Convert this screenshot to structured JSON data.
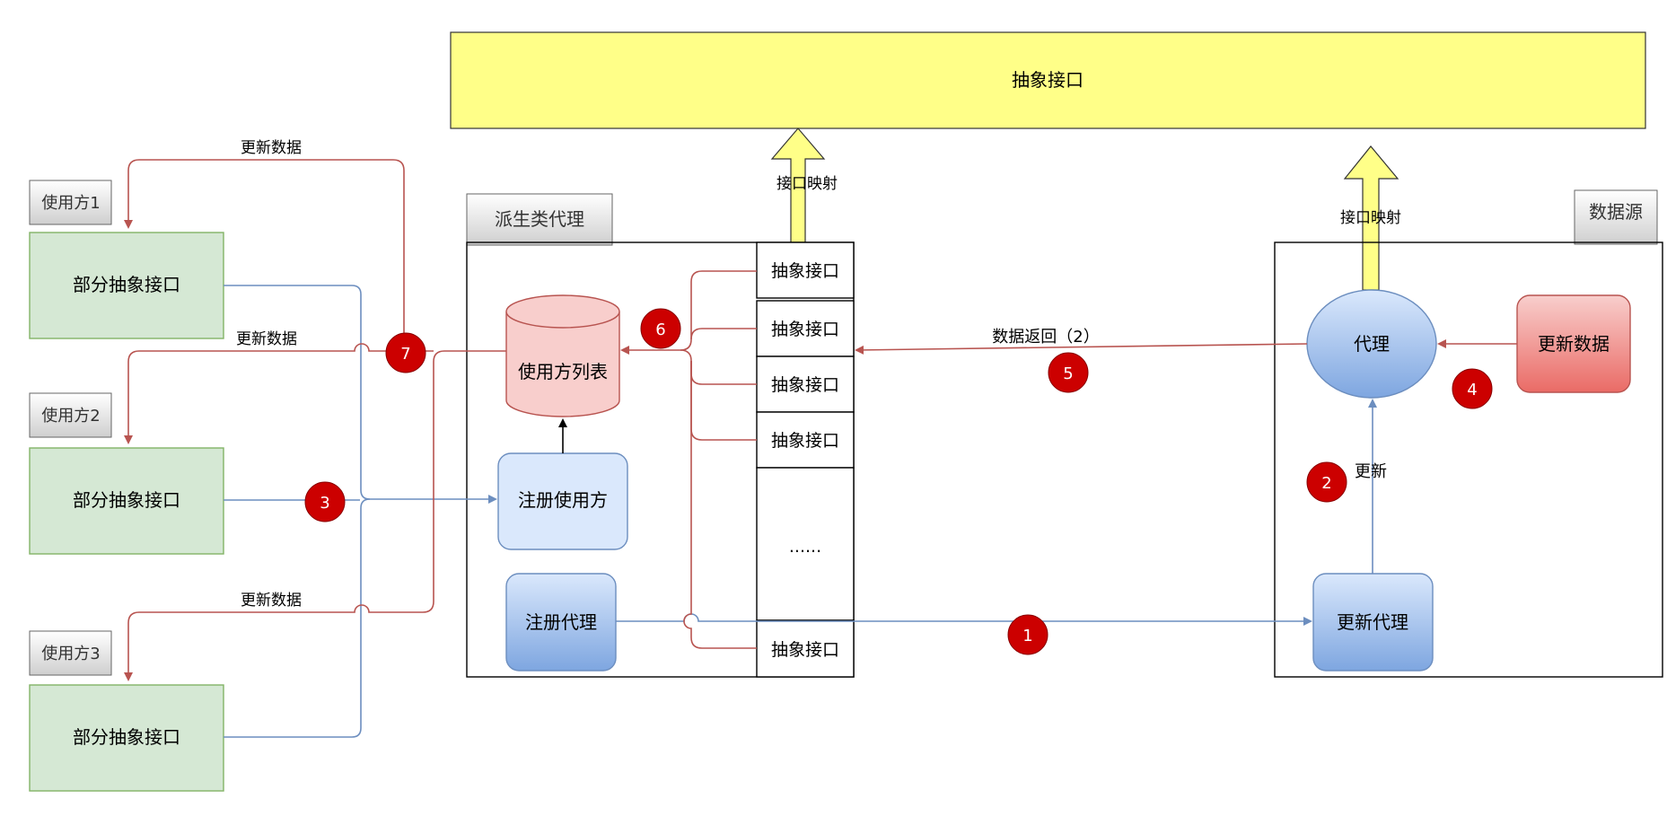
{
  "title_bar": {
    "label": "抽象接口"
  },
  "arrow_labels": {
    "left_mapping": "接口映射",
    "right_mapping": "接口映射"
  },
  "consumers": [
    {
      "tab": "使用方1",
      "box": "部分抽象接口",
      "update_label": "更新数据"
    },
    {
      "tab": "使用方2",
      "box": "部分抽象接口",
      "update_label": "更新数据"
    },
    {
      "tab": "使用方3",
      "box": "部分抽象接口",
      "update_label": "更新数据"
    }
  ],
  "derived_proxy": {
    "tab": "派生类代理",
    "consumer_list": "使用方列表",
    "register_consumer": "注册使用方",
    "register_proxy": "注册代理",
    "interfaces": [
      "抽象接口",
      "抽象接口",
      "抽象接口",
      "抽象接口",
      "......",
      "抽象接口"
    ]
  },
  "data_source": {
    "tab": "数据源",
    "proxy": "代理",
    "update_data": "更新数据",
    "update_proxy": "更新代理",
    "update_label": "更新"
  },
  "return_label": "数据返回（2）",
  "steps": [
    "1",
    "2",
    "3",
    "4",
    "5",
    "6",
    "7"
  ],
  "colors": {
    "yellow_fill": "#ffff88",
    "green_fill": "#d5e8d4",
    "green_stroke": "#82b366",
    "blue_light": "#dae8fc",
    "blue_stroke": "#6c8ebf",
    "red_line": "#b85450",
    "red_badge": "#cc0000"
  }
}
